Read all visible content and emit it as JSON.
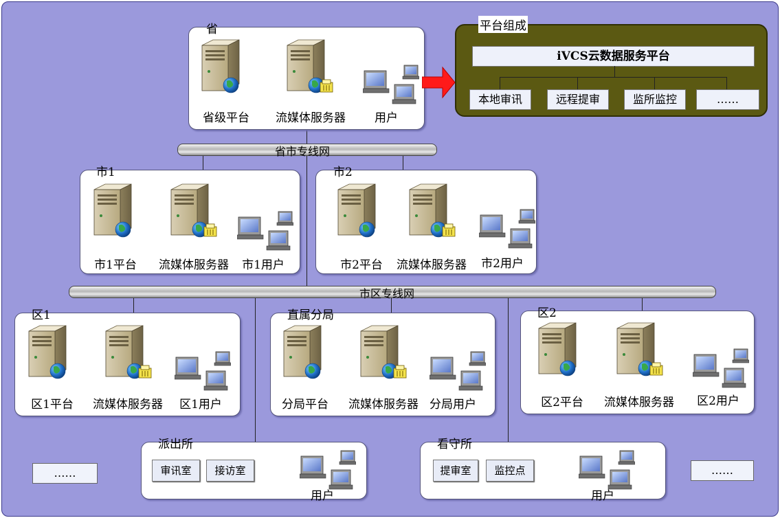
{
  "province": {
    "title": "省",
    "labels": [
      "省级平台",
      "流媒体服务器",
      "用户"
    ]
  },
  "composition": {
    "title": "平台组成",
    "platform": "iVCS云数据服务平台",
    "items": [
      "本地审讯",
      "远程提审",
      "监所监控",
      "……"
    ]
  },
  "networks": {
    "province_city": "省市专线网",
    "city_district": "市区专线网"
  },
  "city1": {
    "title": "市1",
    "labels": [
      "市1平台",
      "流媒体服务器",
      "市1用户"
    ]
  },
  "city2": {
    "title": "市2",
    "labels": [
      "市2平台",
      "流媒体服务器",
      "市2用户"
    ]
  },
  "district1": {
    "title": "区1",
    "labels": [
      "区1平台",
      "流媒体服务器",
      "区1用户"
    ]
  },
  "bureau": {
    "title": "直属分局",
    "labels": [
      "分局平台",
      "流媒体服务器",
      "分局用户"
    ]
  },
  "district2": {
    "title": "区2",
    "labels": [
      "区2平台",
      "流媒体服务器",
      "区2用户"
    ]
  },
  "police_station": {
    "title": "派出所",
    "rooms": [
      "审讯室",
      "接访室"
    ],
    "user": "用户"
  },
  "detention": {
    "title": "看守所",
    "rooms": [
      "提审室",
      "监控点"
    ],
    "user": "用户"
  },
  "ellipsis_left": "……",
  "ellipsis_right": "……"
}
